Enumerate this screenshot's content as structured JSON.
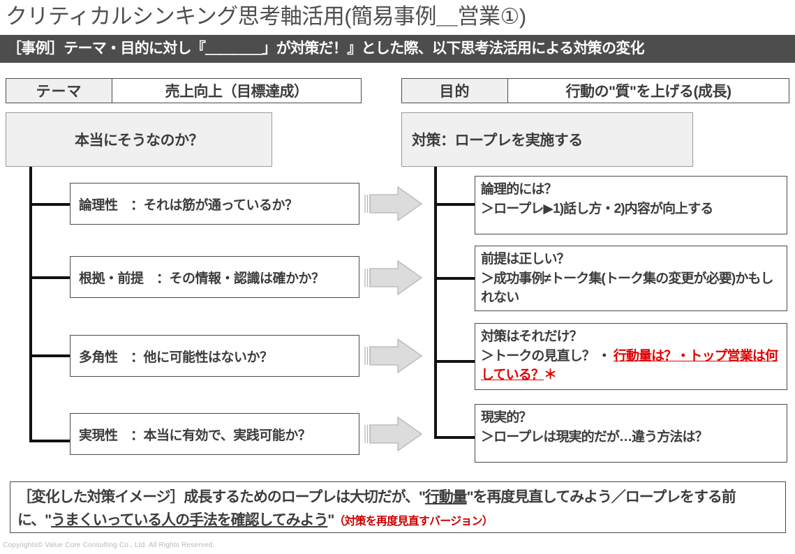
{
  "title": "クリティカルシンキング思考軸活用(簡易事例＿営業①)",
  "subtitle": "［事例］テーマ・目的に対し『＿＿＿＿」が対策だ！』とした際、以下思考法活用による対策の変化",
  "header": {
    "theme_label": "テーマ",
    "theme_value": "売上向上（目標達成）",
    "purpose_label": "目的",
    "purpose_value": "行動の\"質\"を上げる(成長)"
  },
  "statements": {
    "left": "本当にそうなのか？",
    "right": "対策：ロープレを実施する"
  },
  "criteria": [
    {
      "text": "論理性　：それは筋が通っているか？"
    },
    {
      "text": "根拠・前提　：その情報・認識は確かか？"
    },
    {
      "text": "多角性　：他に可能性はないか？"
    },
    {
      "text": "実現性　：本当に有効で、実践可能か？"
    }
  ],
  "answers": [
    {
      "heading": "論理的には？",
      "body": "＞ロープレ▶1)話し方・2)内容が向上する"
    },
    {
      "heading": "前提は正しい？",
      "body": "＞成功事例≠トーク集(トーク集の変更が必要)かもしれない"
    },
    {
      "heading": "対策はそれだけ？",
      "body_plain": "＞トークの見直し？ ・ ",
      "body_red": "行動量は？・トップ営業は何している？",
      "body_suffix": "＊"
    },
    {
      "heading": "現実的？",
      "body": "＞ロープレは現実的だが…違う方法は？"
    }
  ],
  "summary": {
    "label": "［変化した対策イメージ］",
    "part1": "成長するためのロープレは大切だが、\"",
    "emph1": "行動量",
    "part2": "\"を再度見直してみよう／ロープレをする前に、\"",
    "emph2": "うまくいっている人の手法を確認してみよう",
    "part3": "\"",
    "note": "（対策を再度見直すバージョン）"
  },
  "footer": "Copyrights© Value Core Consulting Co., Ltd.  All Rights Reserved.",
  "colors": {
    "bar": "#4d4d4d",
    "box_fill": "#f0f0f0",
    "accent_red": "#e00000",
    "text": "#3c3c3c",
    "arrow_fill": "#dcdcdc"
  }
}
